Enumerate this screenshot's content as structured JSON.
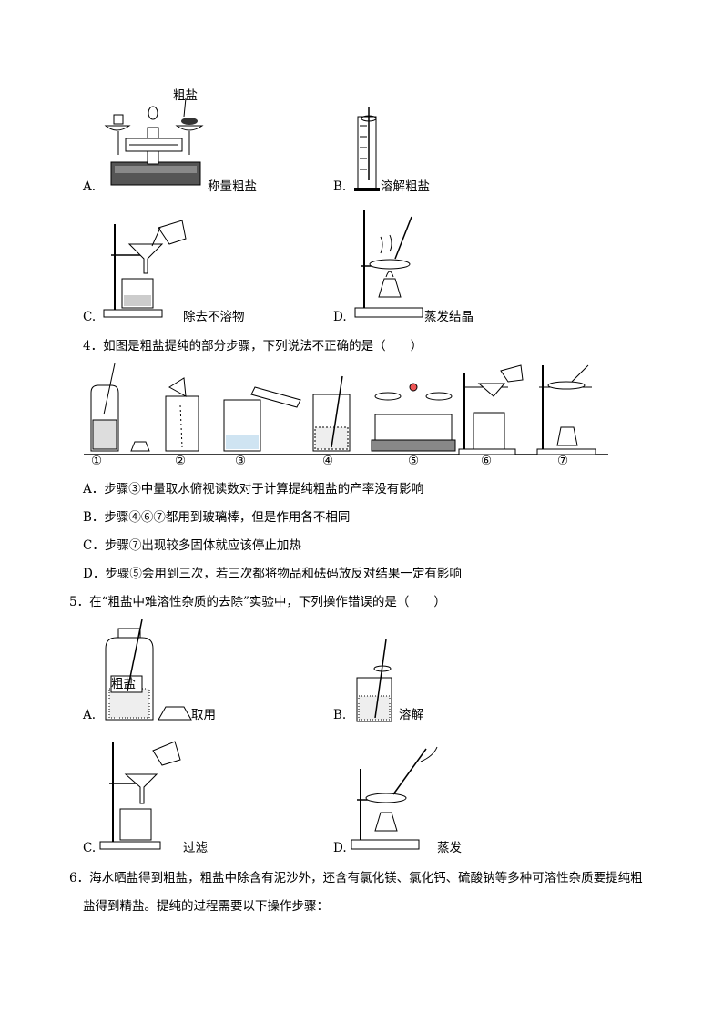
{
  "q3": {
    "options": [
      {
        "letter": "A.",
        "label": "称量粗盐",
        "tag": "粗盐"
      },
      {
        "letter": "B.",
        "label": "溶解粗盐"
      },
      {
        "letter": "C.",
        "label": "除去不溶物"
      },
      {
        "letter": "D.",
        "label": "蒸发结晶"
      }
    ]
  },
  "q4": {
    "stem": "4．如图是粗盐提纯的部分步骤，下列说法不正确的是（　　）",
    "steps": [
      "①",
      "②",
      "③",
      "④",
      "⑤",
      "⑥",
      "⑦"
    ],
    "options": [
      "A．步骤③中量取水俯视读数对于计算提纯粗盐的产率没有影响",
      "B．步骤④⑥⑦都用到玻璃棒，但是作用各不相同",
      "C．步骤⑦出现较多固体就应该停止加热",
      "D．步骤⑤会用到三次，若三次都将物品和砝码放反对结果一定有影响"
    ]
  },
  "q5": {
    "stem": "5．在“粗盐中难溶性杂质的去除”实验中，下列操作错误的是（　　）",
    "jar_label": "粗盐",
    "options": [
      {
        "letter": "A.",
        "label": "取用"
      },
      {
        "letter": "B.",
        "label": "溶解"
      },
      {
        "letter": "C.",
        "label": "过滤"
      },
      {
        "letter": "D.",
        "label": "蒸发"
      }
    ]
  },
  "q6": {
    "stem_line1": "6．海水晒盐得到粗盐，粗盐中除含有泥沙外，还含有氯化镁、氯化钙、硫酸钠等多种可溶性杂质要提纯粗",
    "stem_line2": "盐得到精盐。提纯的过程需要以下操作步骤："
  }
}
